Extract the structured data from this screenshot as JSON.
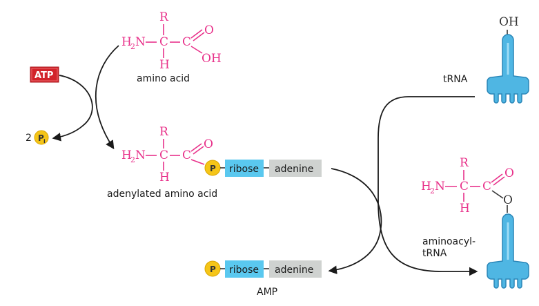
{
  "labels": {
    "amino_acid": "amino acid",
    "adenylated_amino_acid": "adenylated amino acid",
    "amp": "AMP",
    "trna": "tRNA",
    "aminoacyl_line1": "aminoacyl-",
    "aminoacyl_line2": "tRNA",
    "atp": "ATP",
    "pi_count": "2"
  },
  "chem": {
    "r": "R",
    "h2n": "H",
    "h2n_sub": "2",
    "h2n_n": "N",
    "c": "C",
    "h": "H",
    "o": "O",
    "oh": "OH",
    "p": "P",
    "pi_main": "P",
    "pi_sub": "i",
    "trna_oh": "OH"
  },
  "boxes": {
    "ribose": "ribose",
    "adenine": "adenine"
  },
  "colors": {
    "chemistry": "#e8318a",
    "ribose_box": "#5ac8ef",
    "adenine_box": "#cfd2d0",
    "phosphate": "#f5c518",
    "atp_box": "#d2232a",
    "trna": "#4fb6e3"
  }
}
